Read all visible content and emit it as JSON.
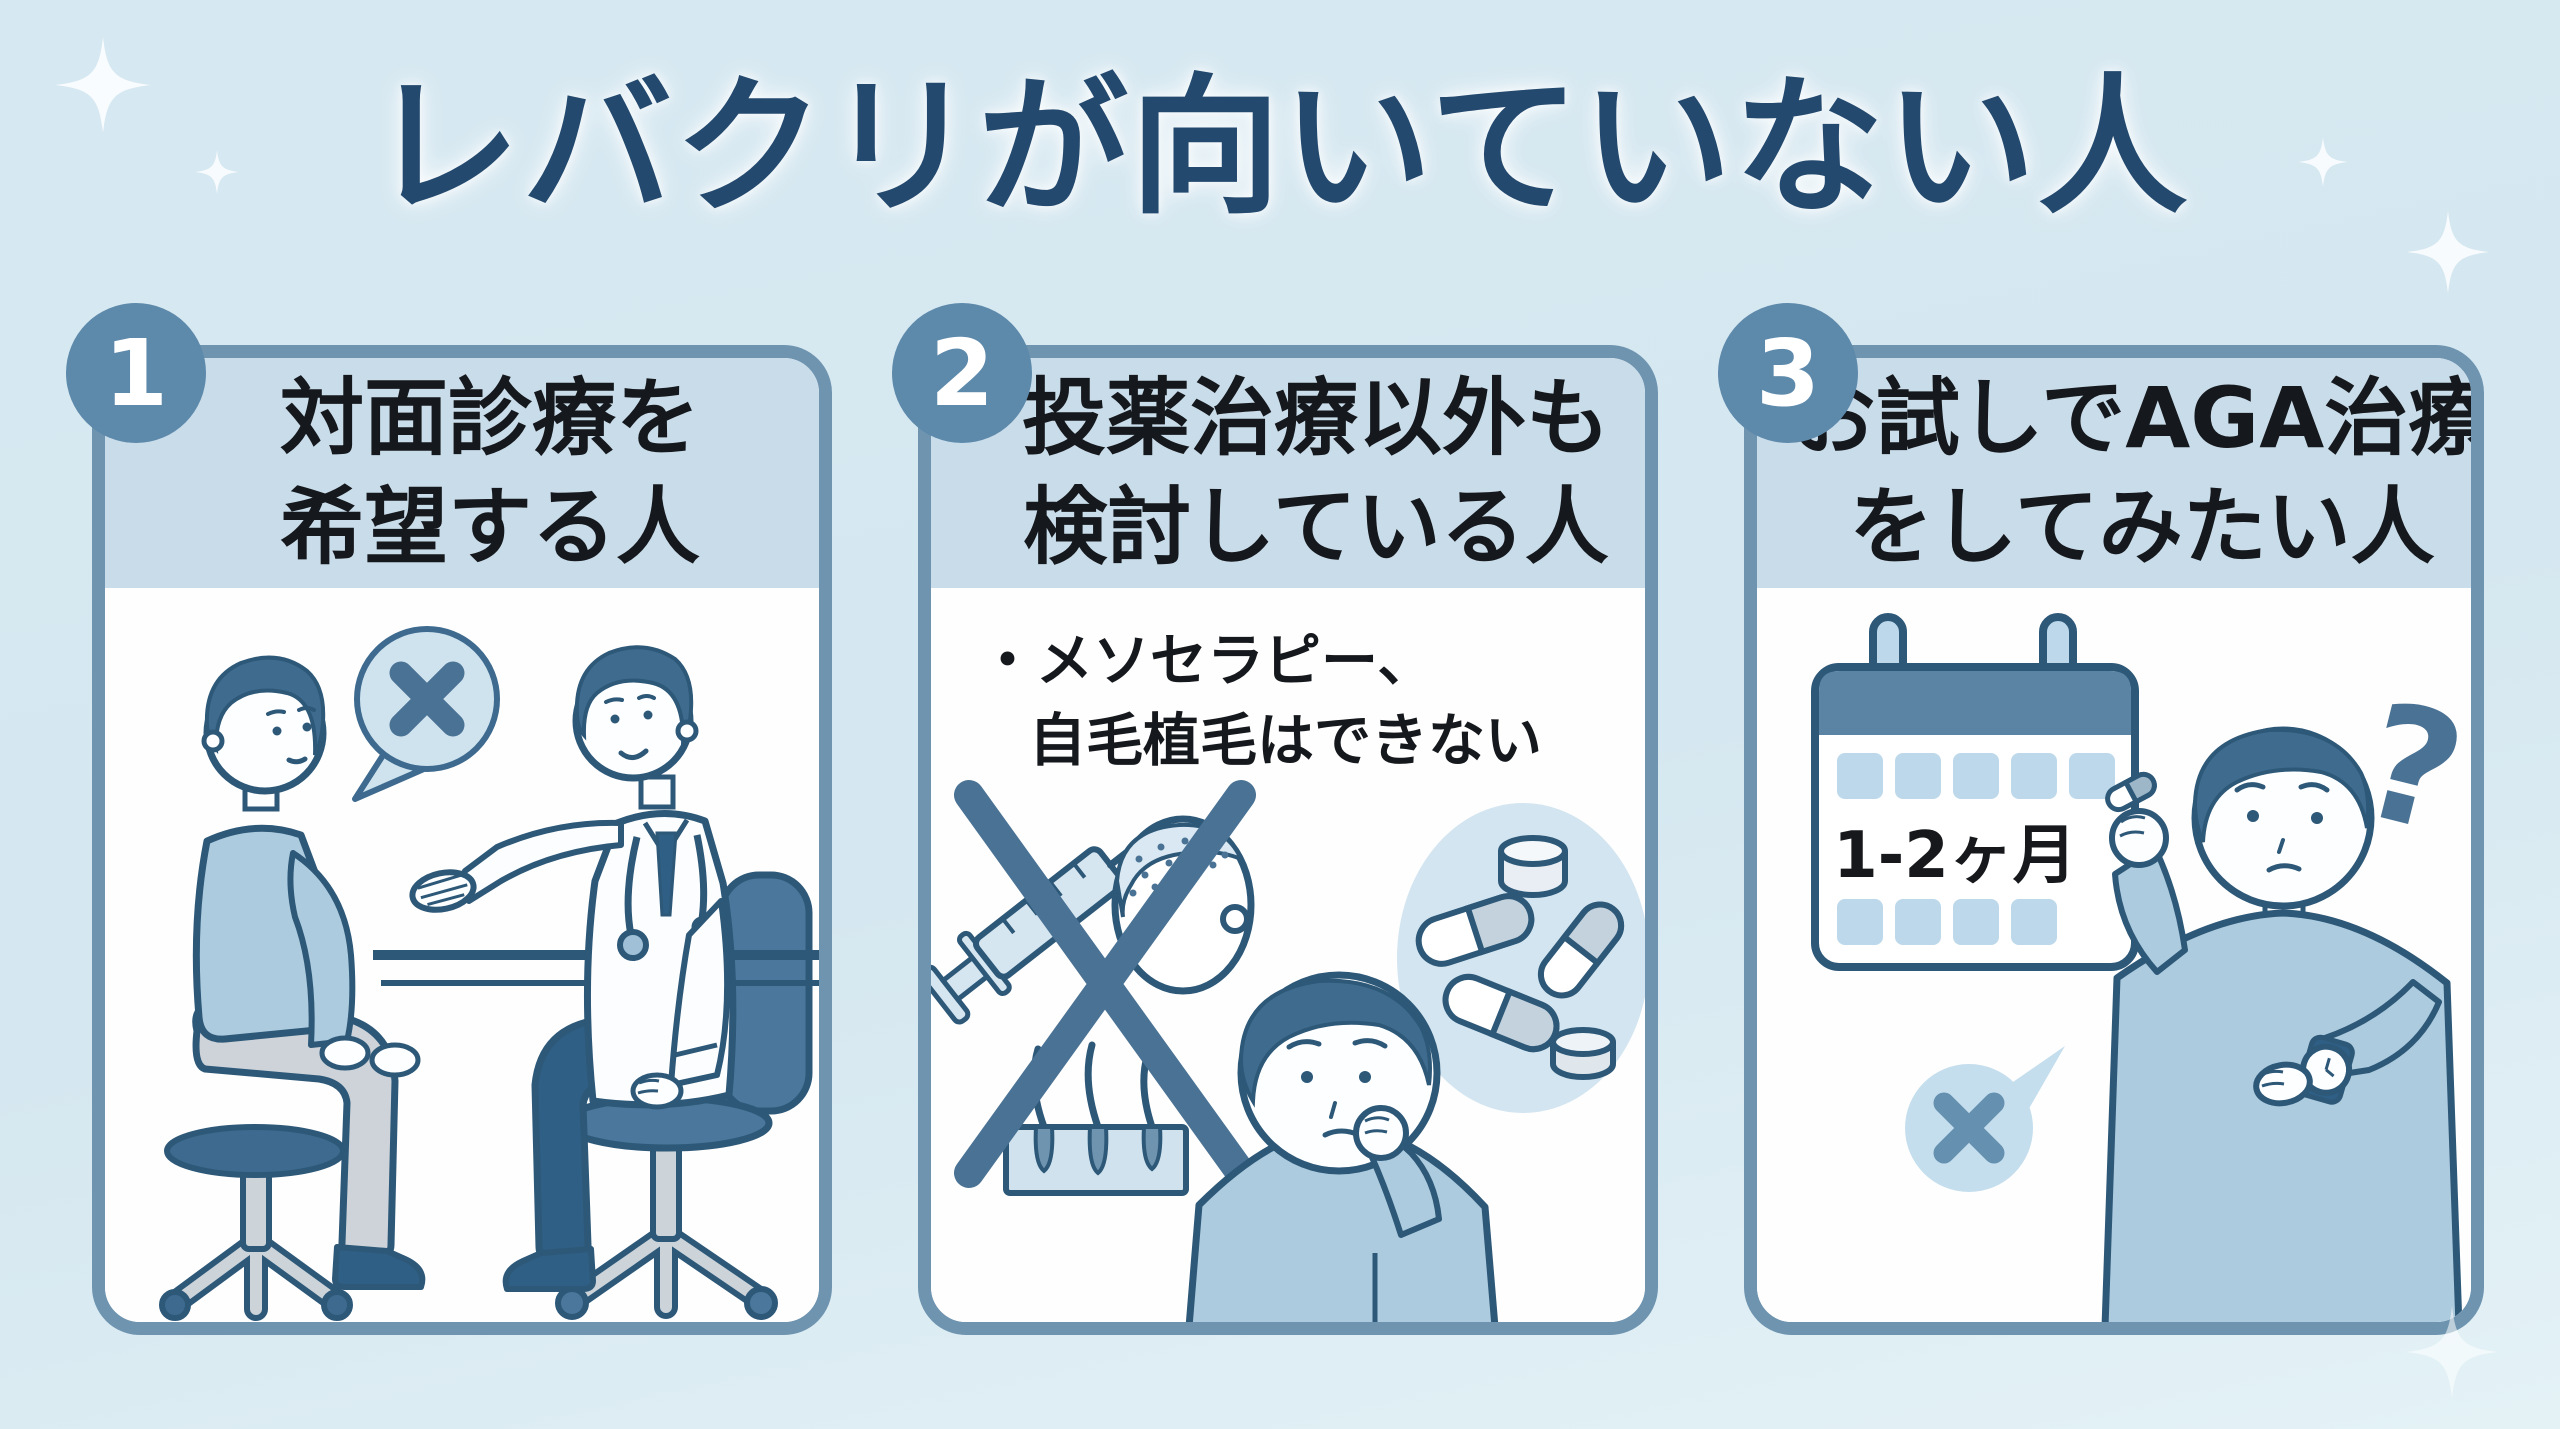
{
  "page": {
    "title": "レバクリが向いていない人"
  },
  "icons": {
    "question_mark": "?",
    "x_mark": "✕",
    "sparkle": "✦"
  },
  "colors": {
    "background_top": "#d6e8f1",
    "background_bottom": "#e4f2f6",
    "title_text": "#24496e",
    "card_border": "#6e94b0",
    "card_header_bg": "#c9dcea",
    "card_body_bg": "#fefefe",
    "badge_bg": "#5d89ab",
    "badge_text": "#ffffff",
    "card_title_text": "#15181c",
    "note_text": "#15181c",
    "accent_dark": "#2d5878",
    "accent_mid": "#4a7294",
    "figure_fill_light": "#adcbde",
    "bubble_fill": "#cfe3ef"
  },
  "cards": [
    {
      "number": "1",
      "title_lines": [
        "対面診療を",
        "希望する人"
      ],
      "illustration": "patient-and-doctor-face-to-face-consultation-with-x-speech-bubble"
    },
    {
      "number": "2",
      "title_lines": [
        "投薬治療以外も",
        "検討している人"
      ],
      "note_lines": [
        "・メソセラピー、",
        "自毛植毛はできない"
      ],
      "illustration": "syringe-and-hair-transplant-crossed-out-worried-man-with-pills"
    },
    {
      "number": "3",
      "title_lines": [
        "お試しでAGA治療",
        "をしてみたい人"
      ],
      "calendar_label": "1-2ヶ月",
      "illustration": "calendar-1-2-months-man-holding-pill-checking-watch"
    }
  ]
}
